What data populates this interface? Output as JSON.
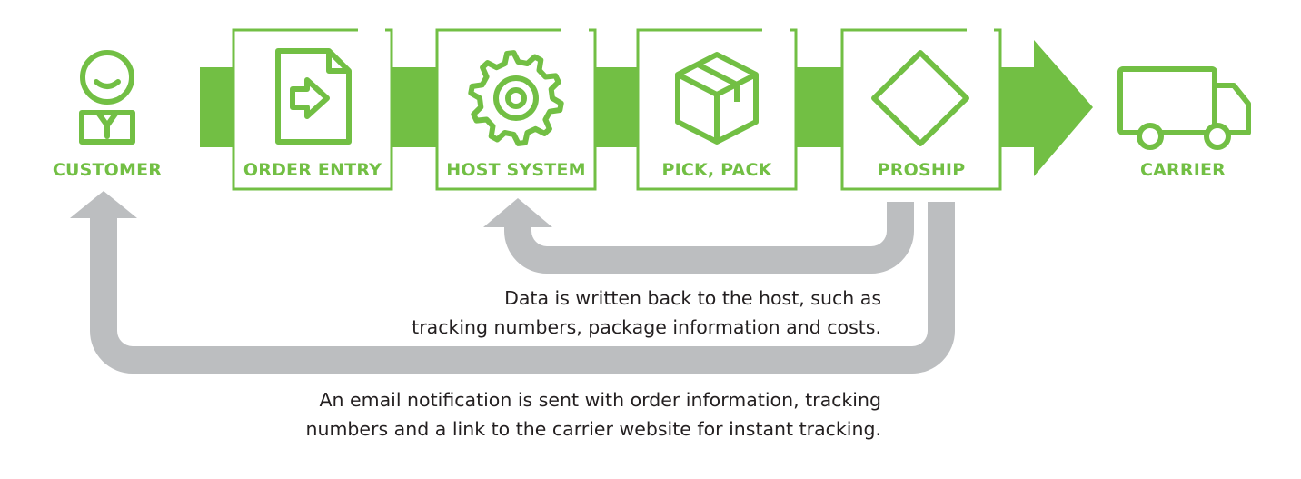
{
  "colors": {
    "accent": "#72bf44",
    "return_arrow": "#bcbec0",
    "text": "#231f20"
  },
  "stages": [
    {
      "id": "customer",
      "label": "CUSTOMER",
      "icon": "customer-icon"
    },
    {
      "id": "order-entry",
      "label": "ORDER ENTRY",
      "icon": "document-arrow-icon"
    },
    {
      "id": "host-system",
      "label": "HOST SYSTEM",
      "icon": "gear-icon"
    },
    {
      "id": "pick-pack",
      "label": "PICK, PACK",
      "icon": "package-box-icon"
    },
    {
      "id": "proship",
      "label": "PROSHIP",
      "icon": "diamond-icon"
    },
    {
      "id": "carrier",
      "label": "CARRIER",
      "icon": "truck-icon"
    }
  ],
  "notes": {
    "host_writeback": {
      "line1": "Data is written back to the host, such as",
      "line2": "tracking numbers, package information and costs."
    },
    "email_notification": {
      "line1": "An email notification is sent with order information, tracking",
      "line2": "numbers and a link to the carrier website for instant tracking."
    }
  }
}
